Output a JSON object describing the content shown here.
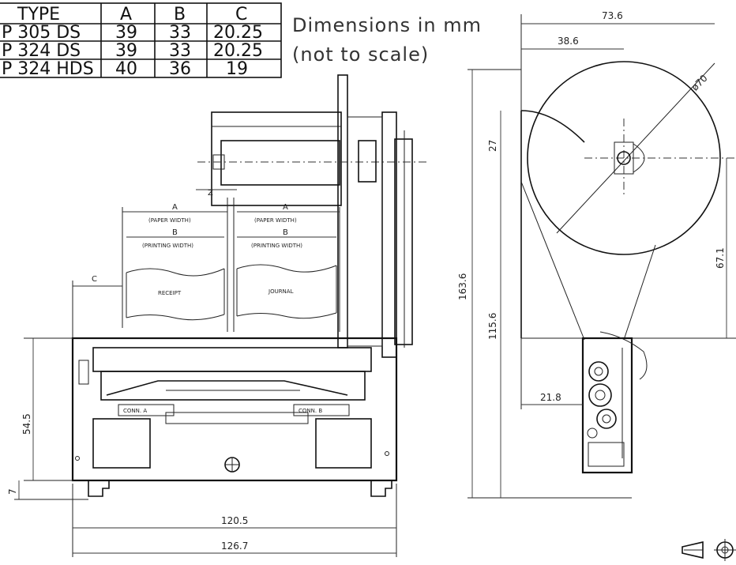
{
  "table": {
    "headers": [
      "TYPE",
      "A",
      "B",
      "C"
    ],
    "rows": [
      [
        "P 305 DS",
        "39",
        "33",
        "20.25"
      ],
      [
        "P 324 DS",
        "39",
        "33",
        "20.25"
      ],
      [
        "P 324 HDS",
        "40",
        "36",
        "19"
      ]
    ]
  },
  "notes": {
    "dimensions": "Dimensions in mm",
    "scale": "(not to scale)"
  },
  "front_view": {
    "label_a_left": "A",
    "label_a_right": "A",
    "label_b_left": "B",
    "label_b_right": "B",
    "paper_width_left": "(PAPER WIDTH)",
    "paper_width_right": "(PAPER WIDTH)",
    "printing_width_left": "(PRINTING WIDTH)",
    "printing_width_right": "(PRINTING WIDTH)",
    "label_z": "Z",
    "label_c": "C",
    "receipt": "RECEIPT",
    "journal": "JOURNAL",
    "conn_a": "CONN. A",
    "conn_b": "CONN. B",
    "dim_height": "54.5",
    "dim_foot": "7",
    "dim_inner_width": "120.5",
    "dim_outer_width": "126.7"
  },
  "side_view": {
    "dim_top_outer": "73.6",
    "dim_top_inner": "38.6",
    "dim_diameter": "ø70",
    "dim_27": "27",
    "dim_total_height": "163.6",
    "dim_lower_height": "115.6",
    "dim_right": "67.1",
    "dim_bottom": "21.8"
  }
}
